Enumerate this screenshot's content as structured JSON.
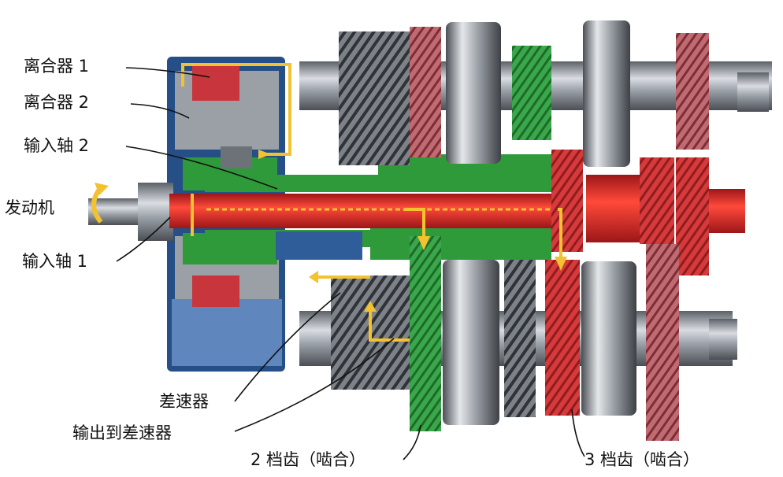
{
  "labels": {
    "clutch1": "离合器 1",
    "clutch2": "离合器 2",
    "input_shaft2": "输入轴 2",
    "engine": "发动机",
    "input_shaft1": "输入轴 1",
    "differential": "差速器",
    "output_to_differential": "输出到差速器",
    "gear2": "2 档齿（啮合）",
    "gear3": "3 档齿（啮合）"
  },
  "colors": {
    "red_path": "#e0201c",
    "green_path": "#2f9a3a",
    "yellow_flow": "#f2c230",
    "steel": "#8a8f96",
    "dark_steel": "#3c3f44",
    "housing_blue": "#2e5d9a",
    "gear_red": "#c8353c",
    "gear_pink": "#b45a63"
  }
}
